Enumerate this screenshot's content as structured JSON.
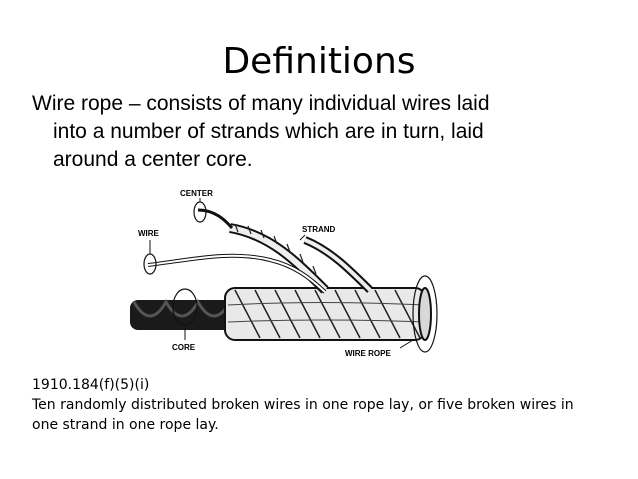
{
  "slide": {
    "title": "Definitions",
    "definition_lines": [
      "Wire rope – consists of many individual wires laid",
      "into a number of strands which are in turn, laid",
      "around a center core."
    ],
    "citation_ref": "1910.184(f)(5)(i)",
    "citation_lines": [
      "Ten randomly distributed broken wires in one rope lay, or five broken wires in",
      "one strand in one rope lay."
    ]
  },
  "diagram": {
    "labels": {
      "center": "CENTER",
      "wire": "WIRE",
      "strand": "STRAND",
      "core": "CORE",
      "wire_rope": "WIRE ROPE"
    }
  }
}
